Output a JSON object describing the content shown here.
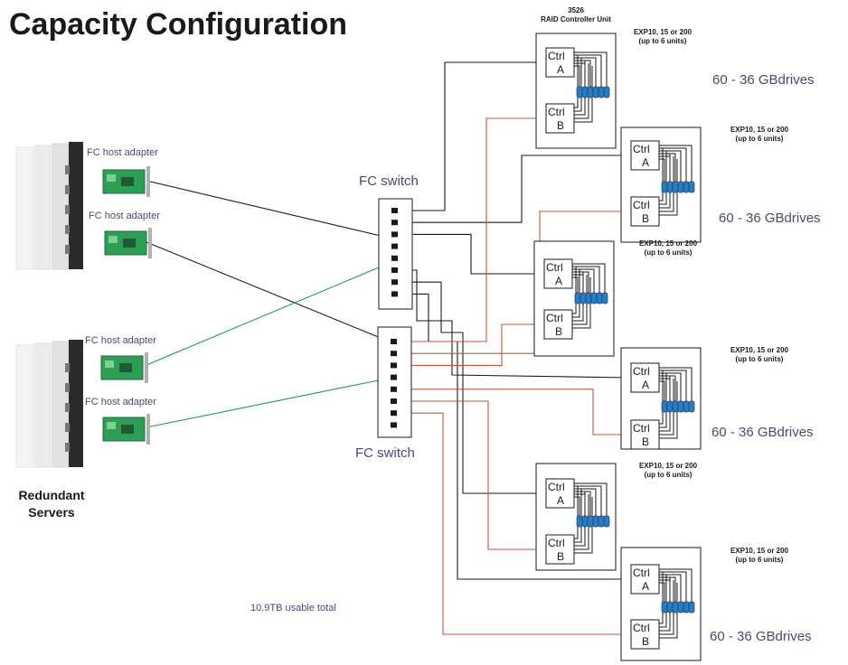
{
  "title": "Capacity Configuration",
  "controller_unit": {
    "model": "3526",
    "name": "RAID Controller Unit"
  },
  "servers": {
    "label_line1": "Redundant",
    "label_line2": "Servers",
    "hba_label": "FC host adapter"
  },
  "switches": {
    "label": "FC switch"
  },
  "controller": {
    "label": "Ctrl",
    "a": "A",
    "b": "B"
  },
  "expansion": {
    "line1": "EXP10, 15 or 200",
    "line2": "(up to 6 units)"
  },
  "drives_label": "60 -  36 GBdrives",
  "usable_total": "10.9TB usable total",
  "colors": {
    "path_a": "#1a1a1a",
    "path_b": "#c0563a",
    "server_link": "#1a9a58",
    "hba_board": "#2e9d55"
  }
}
